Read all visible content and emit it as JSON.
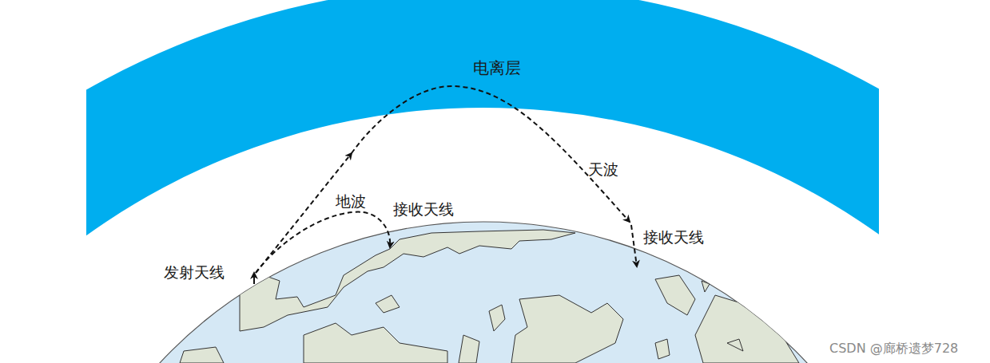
{
  "diagram": {
    "nodes": [
      {
        "text": [
          "电离层"
        ]
      }
    ],
    "labels": [
      "天波",
      "地波",
      "接收天线",
      "接收天线",
      "发射天线",
      "CSDN @廊桥遗梦728"
    ]
  }
}
